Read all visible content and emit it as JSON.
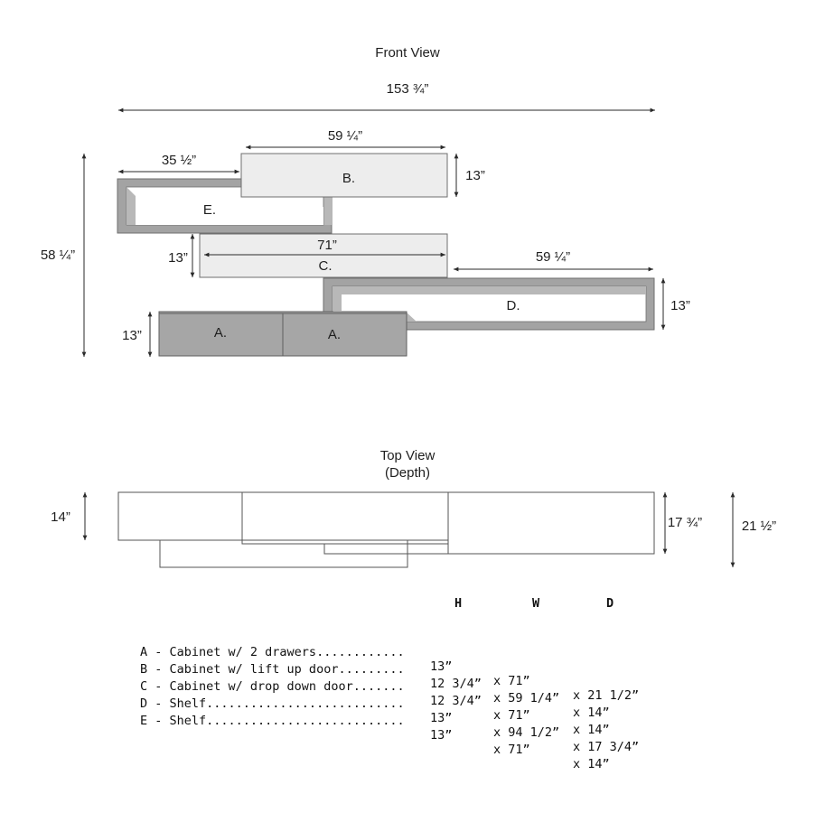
{
  "front_view": {
    "title": "Front View",
    "dims": {
      "total_width": "153 ¾”",
      "b_width": "59 ¼”",
      "e_width": "35 ½”",
      "b_height": "13”",
      "total_height": "58 ¼”",
      "c_height": "13”",
      "c_width": "71”",
      "d_width": "59 ¼”",
      "d_height": "13”",
      "a_height": "13”"
    },
    "labels": {
      "a1": "A.",
      "a2": "A.",
      "b": "B.",
      "c": "C.",
      "d": "D.",
      "e": "E."
    }
  },
  "top_view": {
    "title": "Top View",
    "subtitle": "(Depth)",
    "dims": {
      "left": "14”",
      "right1": "17 ¾”",
      "right2": "21 ½”"
    }
  },
  "specs": {
    "headers": {
      "h": "H",
      "w": "W",
      "d": "D"
    },
    "rows": [
      {
        "desc": "A - Cabinet w/ 2 drawers............",
        "h": "13”",
        "w": "x 71”",
        "d": "x 21 1/2”"
      },
      {
        "desc": "B - Cabinet w/ lift up door.........",
        "h": "12 3/4”",
        "w": "x 59 1/4”",
        "d": "x 14”"
      },
      {
        "desc": "C - Cabinet w/ drop down door.......",
        "h": "12 3/4”",
        "w": "x 71”",
        "d": "x 14”"
      },
      {
        "desc": "D - Shelf...........................",
        "h": "13”",
        "w": "x 94 1/2”",
        "d": "x 17 3/4”"
      },
      {
        "desc": "E - Shelf...........................",
        "h": "13”",
        "w": "x 71”",
        "d": "x 14”"
      }
    ]
  },
  "colors": {
    "cabinet_light": "#ededed",
    "cabinet_dark": "#a6a6a6",
    "shelf_frame": "#a3a3a3",
    "shelf_shadow": "#b8b8b8",
    "line": "#2a2a2a"
  }
}
